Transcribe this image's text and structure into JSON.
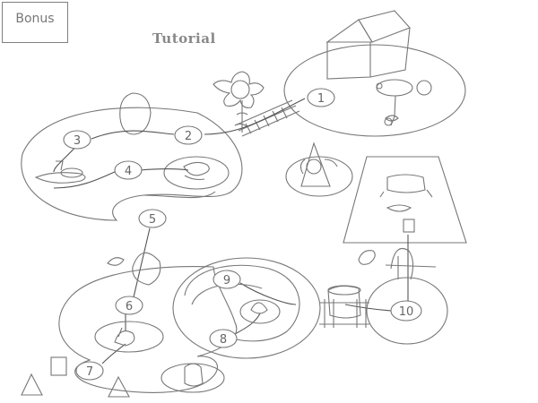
{
  "bonus_label": "Bonus",
  "title": "Tutorial",
  "levels": [
    {
      "label": "1"
    },
    {
      "label": "2"
    },
    {
      "label": "3"
    },
    {
      "label": "4"
    },
    {
      "label": "5"
    },
    {
      "label": "6"
    },
    {
      "label": "7"
    },
    {
      "label": "8"
    },
    {
      "label": "9"
    },
    {
      "label": "10"
    }
  ],
  "colors": {
    "line": "#777777",
    "text": "#666666",
    "background": "#ffffff"
  }
}
